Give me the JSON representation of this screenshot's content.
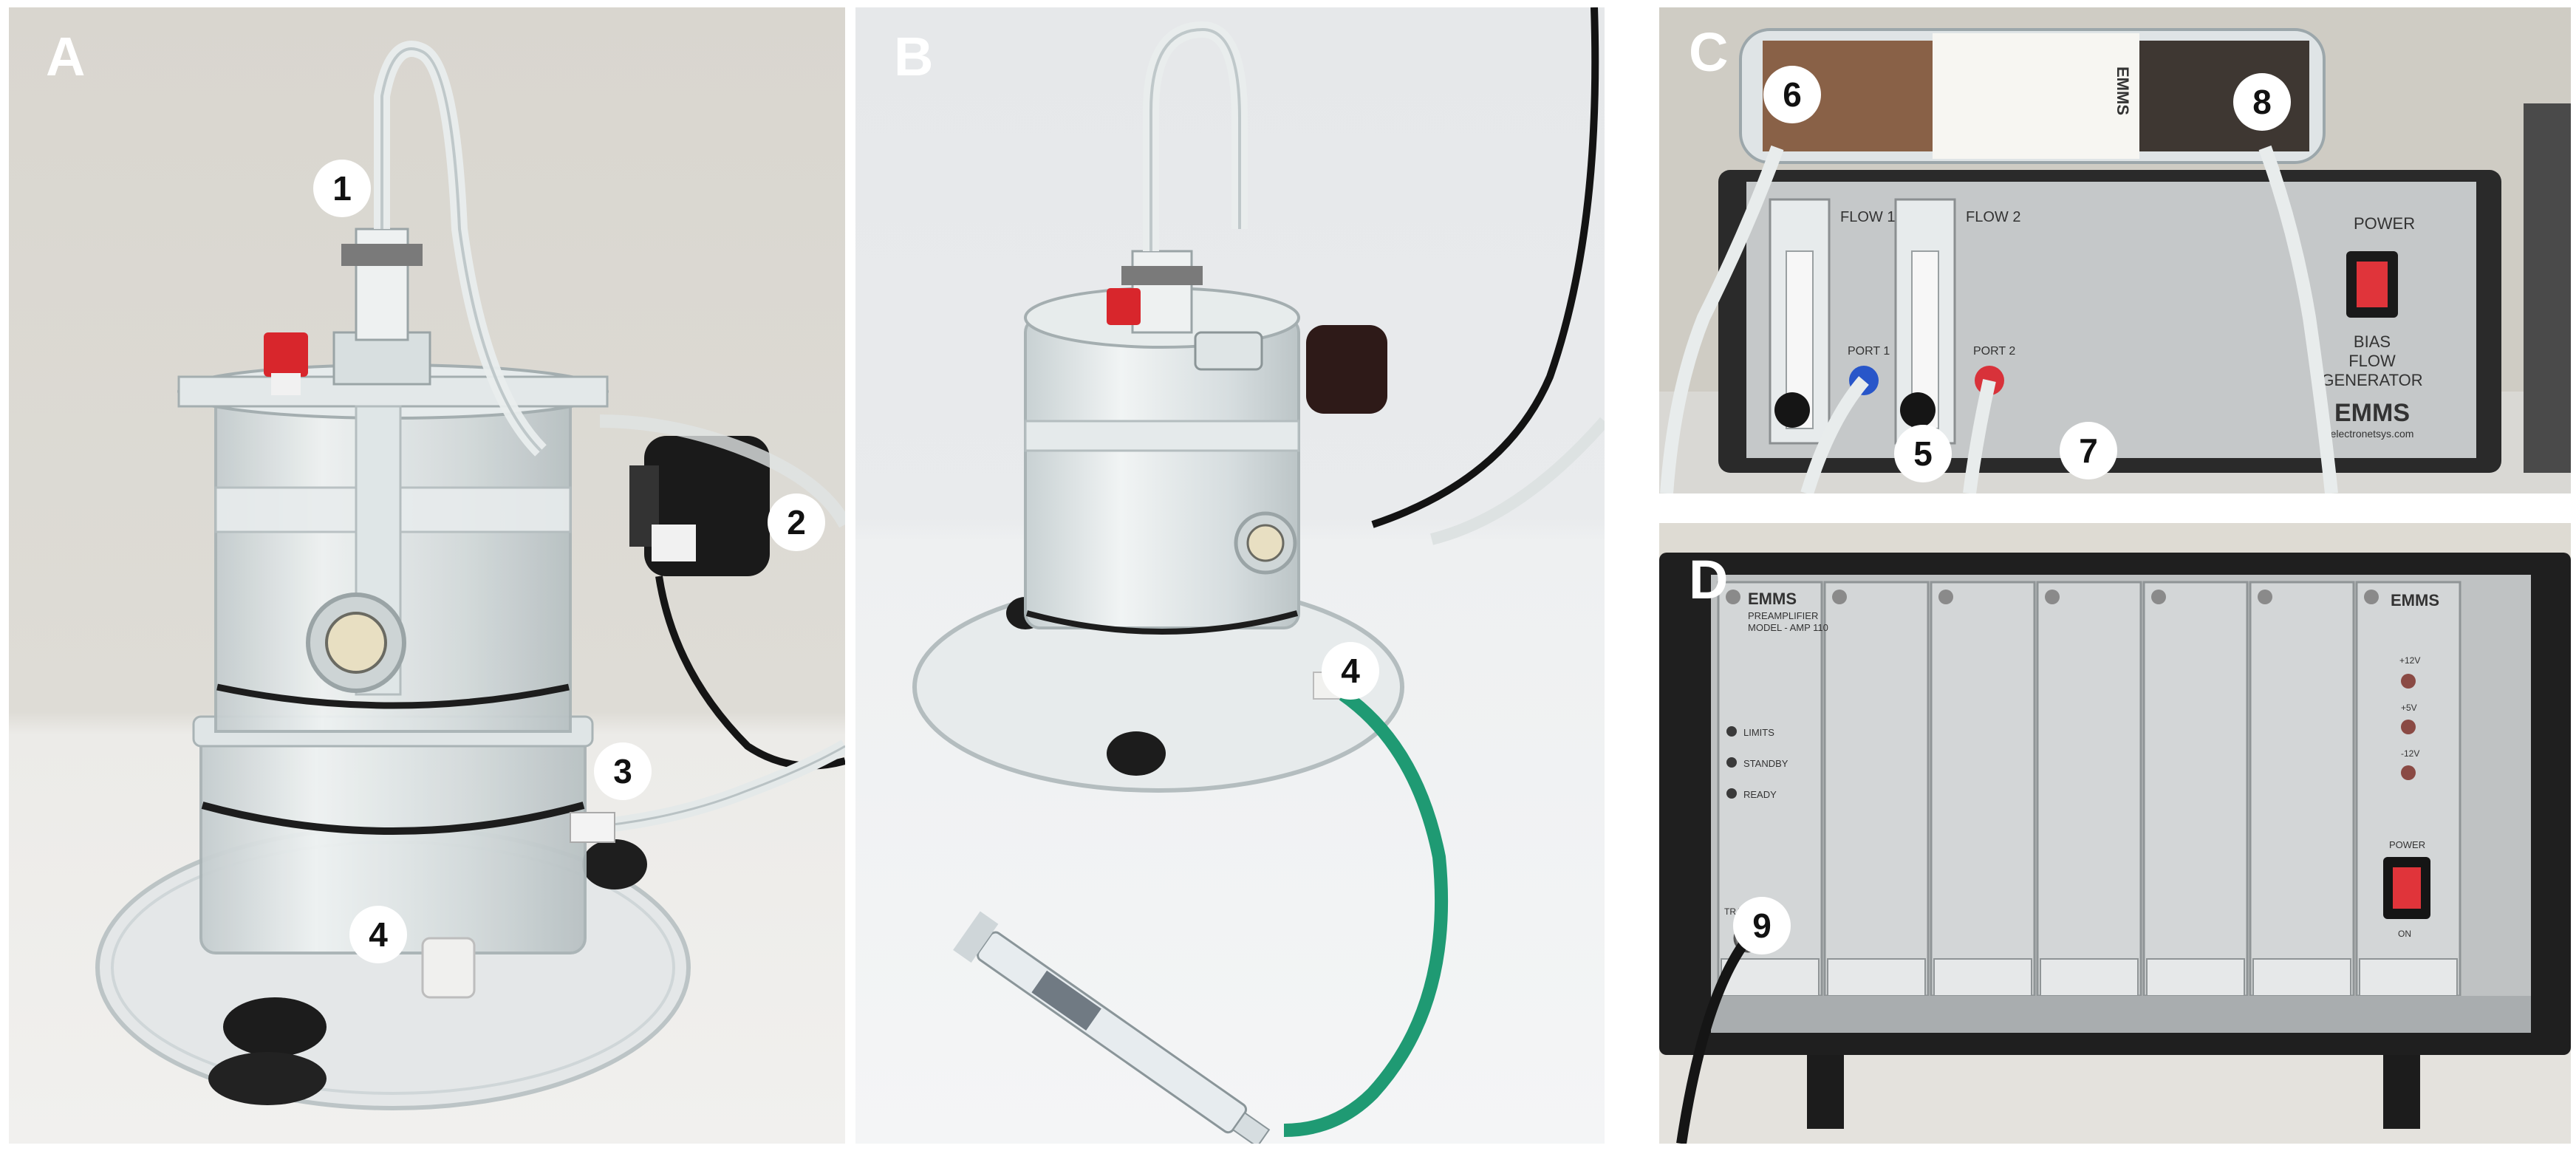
{
  "panels": {
    "a": {
      "letter": "A",
      "callouts": [
        "1",
        "2",
        "3",
        "4"
      ]
    },
    "b": {
      "letter": "B",
      "callouts": [
        "4"
      ]
    },
    "c": {
      "letter": "C",
      "callouts": [
        "6",
        "8",
        "5",
        "7"
      ],
      "device": {
        "flow1": "FLOW 1",
        "flow2": "FLOW 2",
        "power": "POWER",
        "port1": "PORT 1",
        "port2": "PORT 2",
        "name_line1": "BIAS",
        "name_line2": "FLOW",
        "name_line3": "GENERATOR",
        "brand": "EMMS",
        "website": "electronetsys.com",
        "cartridge_brand": "EMMS"
      }
    },
    "d": {
      "letter": "D",
      "callouts": [
        "9"
      ],
      "device": {
        "brand_left": "EMMS",
        "model_line1": "PREAMPLIFIER",
        "model_line2": "MODEL - AMP 110",
        "limits": "LIMITS",
        "standby": "STANDBY",
        "ready": "READY",
        "transducer": "TRANSDUCER",
        "brand_right": "EMMS",
        "v_pos12": "+12V",
        "v_pos5": "+5V",
        "v_neg12": "-12V",
        "power": "POWER",
        "on": "ON"
      }
    }
  },
  "colors": {
    "wall": "#d9d6cf",
    "table": "#ecebe8",
    "acrylic": "#cfd8da",
    "device_gray": "#c9cbcc",
    "device_dark": "#2a2a2a",
    "tube_green": "#1f9a73",
    "power_red": "#e0343a",
    "cap_red": "#d8262c"
  }
}
